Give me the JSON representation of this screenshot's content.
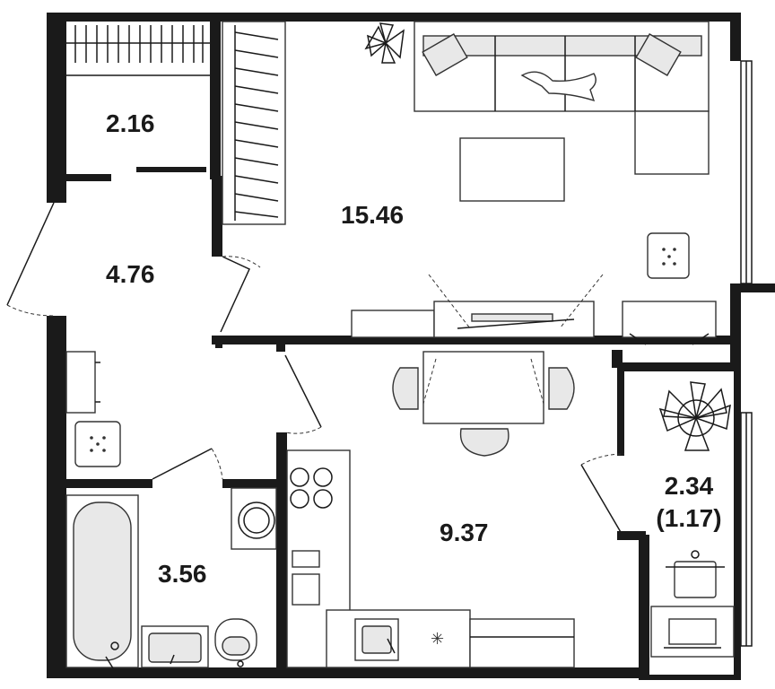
{
  "plan": {
    "rooms": [
      {
        "id": "closet",
        "area": "2.16"
      },
      {
        "id": "living-room",
        "area": "15.46"
      },
      {
        "id": "hallway",
        "area": "4.76"
      },
      {
        "id": "kitchen",
        "area": "9.37"
      },
      {
        "id": "bathroom",
        "area": "3.56"
      },
      {
        "id": "balcony",
        "area": "2.34",
        "area_reduced": "(1.17)"
      }
    ]
  }
}
